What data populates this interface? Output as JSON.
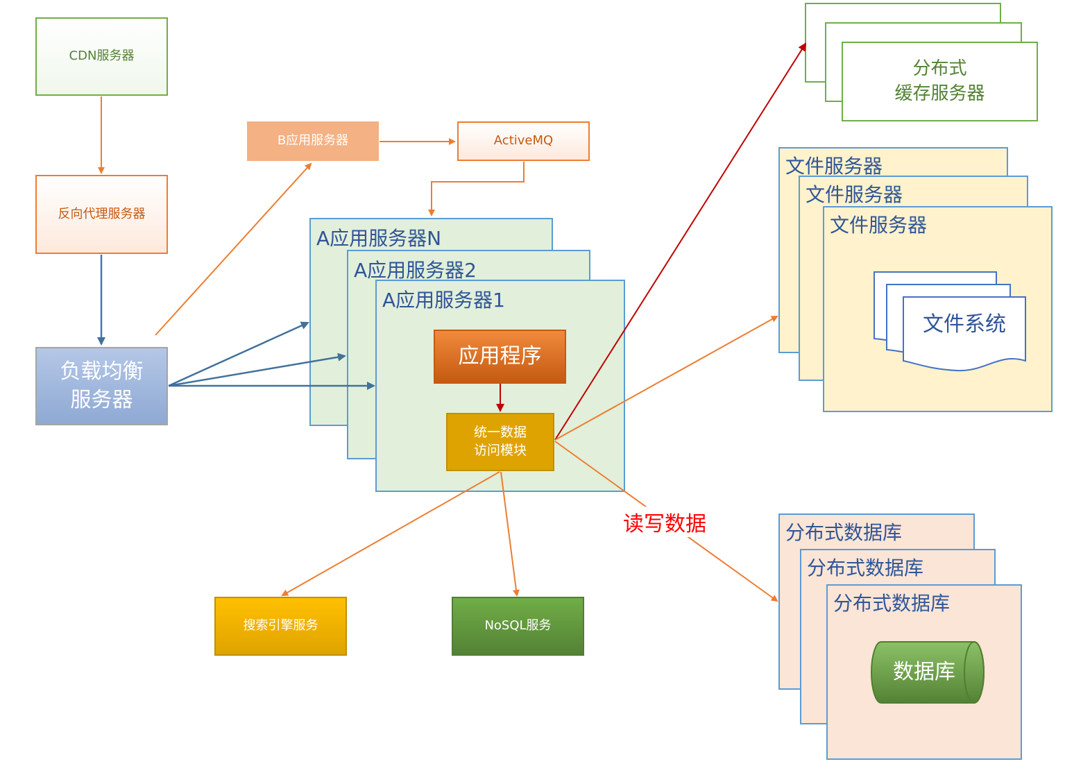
{
  "nodes": {
    "cdn": "CDN服务器",
    "reverse_proxy": "反向代理服务器",
    "load_balancer_line1": "负载均衡",
    "load_balancer_line2": "服务器",
    "b_app_server": "B应用服务器",
    "activemq": "ActiveMQ",
    "app_server_n": "A应用服务器N",
    "app_server_2": "A应用服务器2",
    "app_server_1": "A应用服务器1",
    "application": "应用程序",
    "data_access_line1": "统一数据",
    "data_access_line2": "访问模块",
    "search_service": "搜索引擎服务",
    "nosql_service": "NoSQL服务",
    "cache_line1": "分布式",
    "cache_line2": "缓存服务器",
    "file_server": "文件服务器",
    "file_system": "文件系统",
    "distributed_db": "分布式数据库",
    "database": "数据库"
  },
  "edge_labels": {
    "read_write": "读写数据"
  },
  "colors": {
    "orange_arrow": "#ed7d31",
    "blue_arrow": "#4472c4",
    "red_arrow": "#c00000",
    "read_write_label": "#ff0000"
  }
}
